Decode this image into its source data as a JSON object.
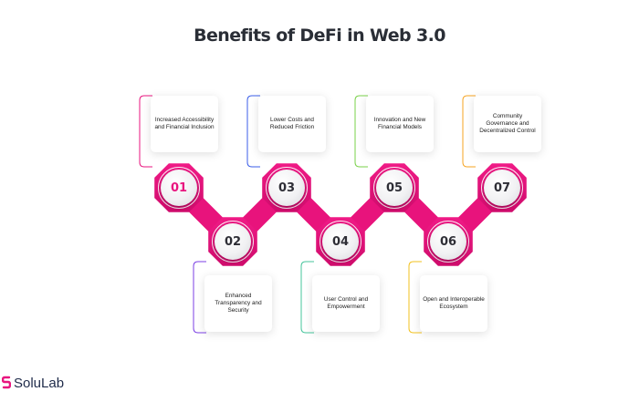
{
  "title": "Benefits of DeFi in Web 3.0",
  "colors": {
    "accent": "#e8167f",
    "chain": "#e8137c",
    "chain_dark": "#c80a66"
  },
  "items": [
    {
      "num": "01",
      "label": "Increased Accessibility and Financial Inclusion",
      "line_color": "#e8167f"
    },
    {
      "num": "02",
      "label": "Enhanced Transparency and Security",
      "line_color": "#7b3fe4"
    },
    {
      "num": "03",
      "label": "Lower Costs and Reduced Friction",
      "line_color": "#3b5ee8"
    },
    {
      "num": "04",
      "label": "User Control and Empowerment",
      "line_color": "#45c49b"
    },
    {
      "num": "05",
      "label": "Innovation and New Financial Models",
      "line_color": "#7ad14a"
    },
    {
      "num": "06",
      "label": "Open and Interoperable Ecosystem",
      "line_color": "#f2c21f"
    },
    {
      "num": "07",
      "label": "Community Governance and Decentralized Control",
      "line_color": "#f6a320"
    }
  ],
  "logo": {
    "text": "SoluLab",
    "icon": "solulab-logo-icon"
  }
}
